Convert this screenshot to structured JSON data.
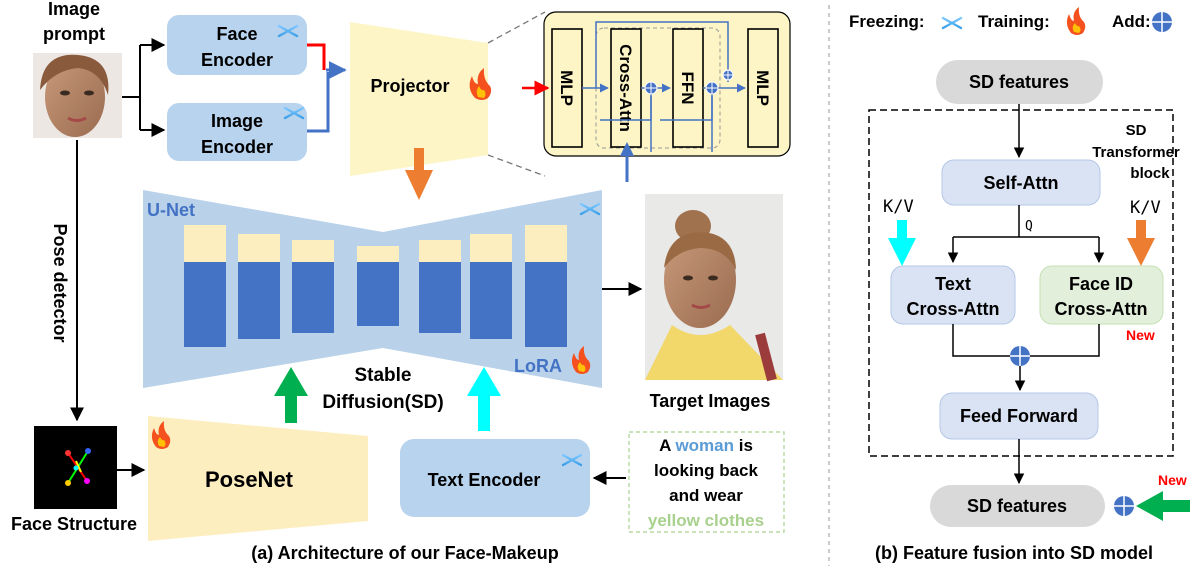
{
  "left": {
    "image_prompt_line1": "Image",
    "image_prompt_line2": "prompt",
    "face_encoder_line1": "Face",
    "face_encoder_line2": "Encoder",
    "image_encoder_line1": "Image",
    "image_encoder_line2": "Encoder",
    "projector": "Projector",
    "mlp_left": "MLP",
    "cross_attn": "Cross-Attn",
    "ffn": "FFN",
    "mlp_right": "MLP",
    "pose_detector": "Pose detector",
    "unet": "U-Net",
    "lora": "LoRA",
    "stable_line1": "Stable",
    "stable_line2": "Diffusion(SD)",
    "target_images": "Target Images",
    "posenet": "PoseNet",
    "face_structure": "Face Structure",
    "text_encoder": "Text Encoder",
    "prompt_w1": "A ",
    "prompt_w2": "woman",
    "prompt_w3": " is",
    "prompt_line2": "looking back",
    "prompt_line3": "and wear",
    "prompt_line4": "yellow clothes",
    "caption": "(a) Architecture of our Face-Makeup"
  },
  "right": {
    "legend_freezing": "Freezing:",
    "legend_training": "Training:",
    "legend_add": "Add:",
    "sd_features_top": "SD  features",
    "block_line1": "SD",
    "block_line2": "Transformer",
    "block_line3": "block",
    "self_attn": "Self-Attn",
    "kv_left": "K/V",
    "kv_right": "K/V",
    "q_label": "Q",
    "text_ca_line1": "Text",
    "text_ca_line2": "Cross-Attn",
    "faceid_line1": "Face ID",
    "faceid_line2": "Cross-Attn",
    "new_label1": "New",
    "feed_forward": "Feed Forward",
    "new_label2": "New",
    "sd_features_bottom": "SD  features",
    "caption": "(b) Feature fusion into SD model"
  },
  "colors": {
    "encoder_fill": "#b8d3ee",
    "projector_fill": "#fdf5c5",
    "unet_fill": "#b9d2ea",
    "block_dark": "#4472c4",
    "block_light": "#fdeec0",
    "blue_arrow": "#4472c4",
    "red_arrow": "#ff0000",
    "orange_arrow": "#ed7d31",
    "green_arrow": "#00b050",
    "cyan_arrow": "#00ffff",
    "woman_text": "#5b9bd5",
    "yellow_text": "#a9d18e",
    "new_text": "#ff0000"
  }
}
